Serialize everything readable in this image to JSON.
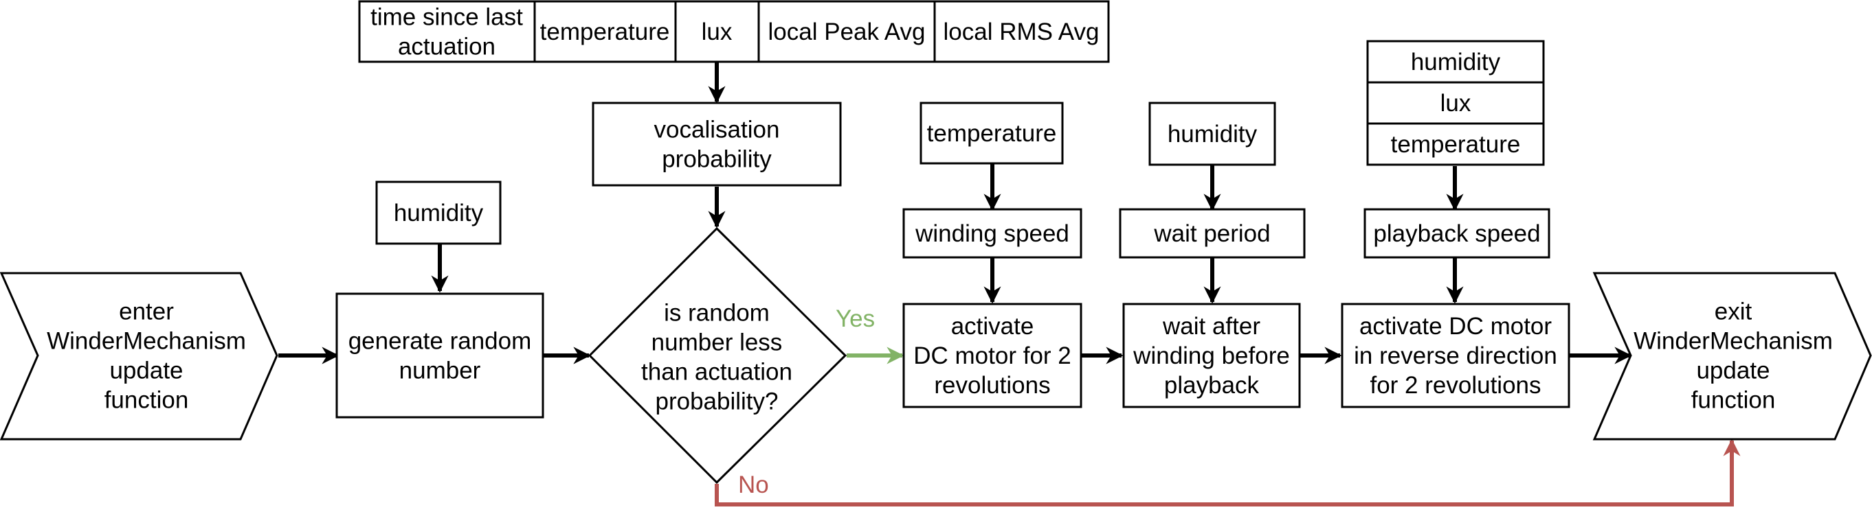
{
  "nodes": {
    "enter": {
      "lines": [
        "enter",
        "WinderMechanism",
        "update",
        "function"
      ]
    },
    "humidity_gen": {
      "lines": [
        "humidity"
      ]
    },
    "generate": {
      "lines": [
        "generate random",
        "number"
      ]
    },
    "input_table": {
      "cells": [
        {
          "lines": [
            "time since last",
            "actuation"
          ]
        },
        {
          "lines": [
            "temperature"
          ]
        },
        {
          "lines": [
            "lux"
          ]
        },
        {
          "lines": [
            "local Peak Avg"
          ]
        },
        {
          "lines": [
            "local RMS Avg"
          ]
        }
      ]
    },
    "vocal_prob": {
      "lines": [
        "vocalisation",
        "probability"
      ]
    },
    "decision": {
      "lines": [
        "is random",
        "number less",
        "than actuation",
        "probability?"
      ]
    },
    "temp_in": {
      "lines": [
        "temperature"
      ]
    },
    "winding_speed": {
      "lines": [
        "winding speed"
      ]
    },
    "activate": {
      "lines": [
        "activate",
        "DC motor for 2",
        "revolutions"
      ]
    },
    "humidity_wait": {
      "lines": [
        "humidity"
      ]
    },
    "wait_period": {
      "lines": [
        "wait period"
      ]
    },
    "wait_after": {
      "lines": [
        "wait after",
        "winding before",
        "playback"
      ]
    },
    "stack": {
      "cells": [
        {
          "lines": [
            "humidity"
          ]
        },
        {
          "lines": [
            "lux"
          ]
        },
        {
          "lines": [
            "temperature"
          ]
        }
      ]
    },
    "playback_speed": {
      "lines": [
        "playback speed"
      ]
    },
    "reverse": {
      "lines": [
        "activate DC motor",
        "in reverse direction",
        "for 2 revolutions"
      ]
    },
    "exit": {
      "lines": [
        "exit",
        "WinderMechanism",
        "update",
        "function"
      ]
    }
  },
  "edges": {
    "yes_label": "Yes",
    "no_label": "No"
  },
  "colors": {
    "yes": "#82b366",
    "no": "#b85450",
    "stroke": "#000000"
  }
}
